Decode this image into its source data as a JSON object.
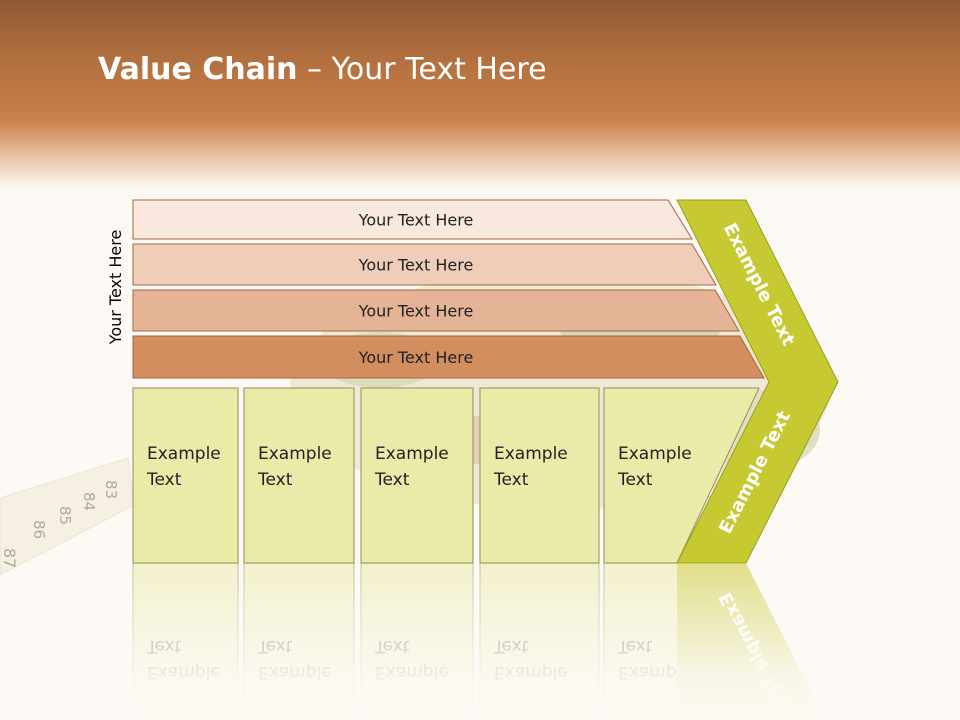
{
  "slide": {
    "title_bold": "Value Chain",
    "title_rest": " – Your Text Here"
  },
  "diagram": {
    "side_label": "Your Text Here",
    "bands": [
      {
        "label": "Your Text Here",
        "fill": "#f8e8de"
      },
      {
        "label": "Your Text Here",
        "fill": "#efcdb8"
      },
      {
        "label": "Your Text Here",
        "fill": "#e5b496"
      },
      {
        "label": "Your Text Here",
        "fill": "#d38e60"
      }
    ],
    "columns": [
      {
        "line1": "Example",
        "line2": "Text"
      },
      {
        "line1": "Example",
        "line2": "Text"
      },
      {
        "line1": "Example",
        "line2": "Text"
      },
      {
        "line1": "Example",
        "line2": "Text"
      },
      {
        "line1": "Example",
        "line2": "Text"
      }
    ],
    "chevron_top_label": "Example Text",
    "chevron_bottom_label": "Example Text",
    "colors": {
      "column_fill": "#eaeaa9",
      "chevron_fill": "#c7c932",
      "band_stroke": "#a2663e",
      "column_stroke": "#8f8f55"
    }
  }
}
